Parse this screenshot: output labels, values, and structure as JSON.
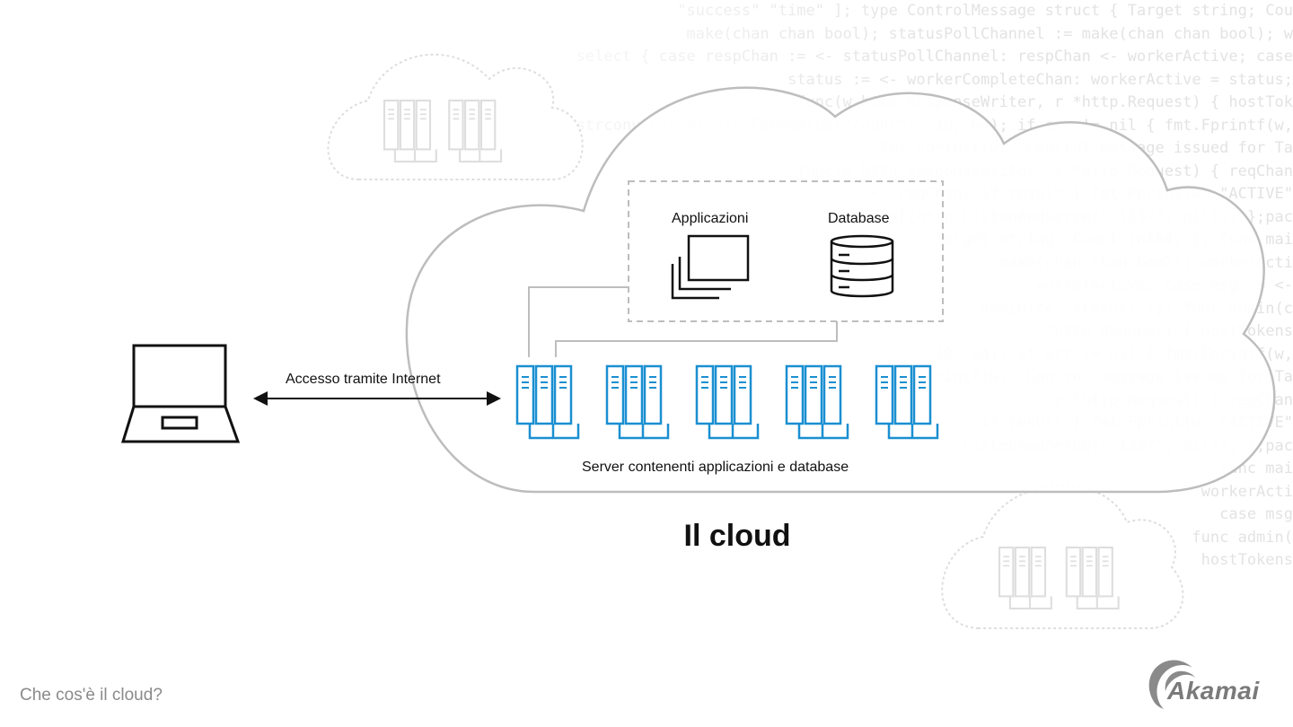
{
  "background_code": [
    "\"success\" \"time\" ]; type ControlMessage struct { Target string; Cou",
    "make(chan chan bool); statusPollChannel := make(chan chan bool); w",
    "select { case respChan := <- statusPollChannel: respChan <- workerActive; case",
    "status := <- workerCompleteChan: workerActive = status;",
    "func(w http.ResponseWriter, r *http.Request) { hostTok",
    "strconv.ParseInt(r.FormValue(\"count\"), 10, 64); if err != nil { fmt.Fprintf(w,",
    "fmt.Fprintf(w, \"Control message issued for Ta",
    "func(w http.ResponseWriter, r *http.Request) { reqChan",
    "<- reqChan; if result { fmt.Fprint(w, \"ACTIVE\"",
    "log.Fatal(http.ListenAndServe(\":1337\", nil)); };pac",
    "Target string; Count int64; }; func mai",
    "make(chan chan bool); workerActi",
    "workerActive; case msg := <-",
    "admin(cc, status) }}; func admin(c",
    "*http.Request) { hostTokens",
    "10, 64); if err != nil { fmt.Fprintf(w,",
    "fmt.Fprintf(w, \"Control message issued for Ta",
    "r *http.Request) { reqChan",
    "if result { fmt.Fprint(w, \"ACTIVE\"",
    "ListenAndServe(\":1337\", nil)); };pac",
    "func mai",
    "workerActi",
    "case msg",
    "func admin(",
    "hostTokens"
  ],
  "labels": {
    "apps": "Applicazioni",
    "db": "Database",
    "access": "Accesso tramite Internet",
    "servers": "Server contenenti applicazioni e database",
    "title": "Il cloud",
    "footer": "Che cos'è il cloud?"
  },
  "logo": {
    "text": "Akamai"
  },
  "colors": {
    "server_blue": "#1a8fd1",
    "outline_gray": "#bdbdbd",
    "faded_gray": "#dedede",
    "ink": "#111111"
  }
}
